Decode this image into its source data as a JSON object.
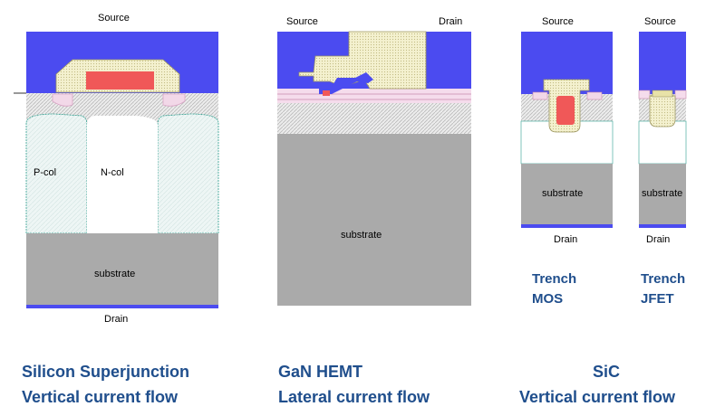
{
  "colors": {
    "metal": "#4b4bf0",
    "gate": "#f05858",
    "poly": "#e8e2a8",
    "oxide_pink": "#f2d8e8",
    "implant": "#e6e6e6",
    "substrate": "#aaaaaa",
    "drain_metal": "#4b4bf0",
    "outline": "#2e9f8f",
    "caption": "#1f4e8c"
  },
  "devices": {
    "si_sj": {
      "source": "Source",
      "drain": "Drain",
      "pcol": "P-col",
      "ncol": "N-col",
      "substrate": "substrate",
      "caption_line1": "Silicon Superjunction",
      "caption_line2": "Vertical current flow"
    },
    "gan": {
      "source": "Source",
      "drain_top": "Drain",
      "substrate": "substrate",
      "caption_line1": "GaN HEMT",
      "caption_line2": "Lateral current flow"
    },
    "sic": {
      "trench_mos": {
        "source": "Source",
        "drain": "Drain",
        "substrate": "substrate",
        "label_line1": "Trench",
        "label_line2": "MOS"
      },
      "trench_jfet": {
        "source": "Source",
        "drain": "Drain",
        "substrate": "substrate",
        "label_line1": "Trench",
        "label_line2": "JFET"
      },
      "caption_line1": "SiC",
      "caption_line2": "Vertical current flow"
    }
  }
}
